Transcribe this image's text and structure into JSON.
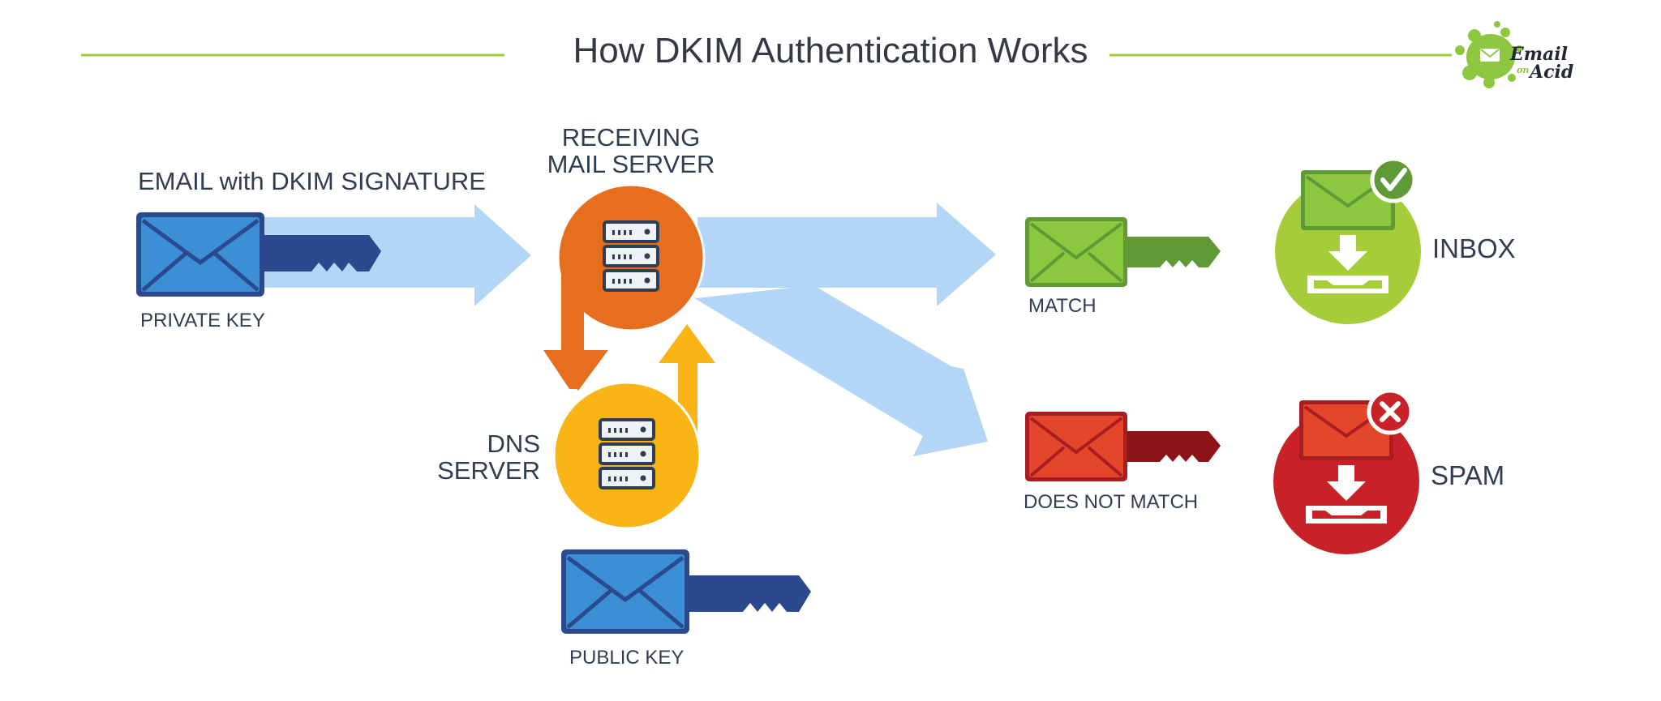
{
  "title": "How DKIM Authentication Works",
  "logo": {
    "line1": "Email",
    "line2": "on",
    "line3": "Acid"
  },
  "labels": {
    "email_signature": "EMAIL with DKIM SIGNATURE",
    "private_key": "PRIVATE KEY",
    "receiving_line1": "RECEIVING",
    "receiving_line2": "MAIL SERVER",
    "dns_line1": "DNS",
    "dns_line2": "SERVER",
    "public_key": "PUBLIC KEY",
    "match": "MATCH",
    "does_not_match": "DOES NOT MATCH",
    "inbox": "INBOX",
    "spam": "SPAM"
  },
  "colors": {
    "accent_line": "#9ccd3b",
    "arrow_light_blue": "#b3d6f7",
    "receiving_server": "#e86e1f",
    "dns_server": "#f9b515",
    "match_green": "#8dc63f",
    "inbox_green": "#a4cd39",
    "mismatch_red": "#d9302a",
    "spam_red": "#c82128",
    "key_blue": "#2b4a8e",
    "envelope_blue": "#3b8fd4"
  },
  "icons": [
    "envelope-icon",
    "key-icon",
    "server-icon",
    "inbox-tray-icon",
    "checkmark-icon",
    "x-mark-icon",
    "splash-logo-icon"
  ]
}
